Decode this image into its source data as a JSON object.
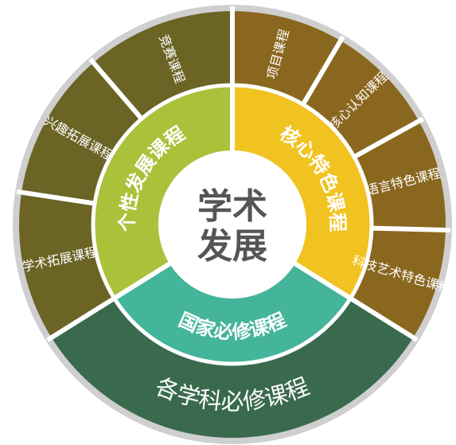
{
  "center": {
    "line1": "学术",
    "line2": "发展"
  },
  "middle_ring": {
    "left": "个性发展课程",
    "right": "核心特色课程",
    "bottom": "国家必修课程"
  },
  "outer_ring": {
    "left_segments": [
      "学术拓展课程",
      "兴趣拓展课程",
      "竞赛课程"
    ],
    "right_segments": [
      "项目课程",
      "核心认知课程",
      "语言特色课程",
      "科技艺术特色课程"
    ],
    "bottom": "各学科必修课程"
  },
  "colors": {
    "outer_left": "#6b6425",
    "outer_right": "#8a671f",
    "outer_bottom": "#3a6a4e",
    "mid_left": "#a9c23a",
    "mid_right": "#f1c320",
    "mid_bottom": "#44b49a",
    "rim": "#cfcfcf",
    "core": "#ffffff",
    "core_text": "#555555"
  }
}
